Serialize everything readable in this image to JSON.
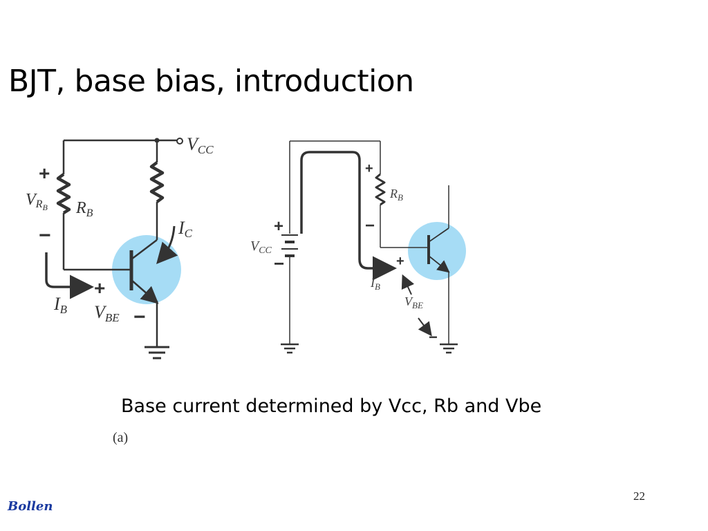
{
  "slide": {
    "title": "BJT, base bias, introduction",
    "caption": "Base current determined by Vcc, Rb and Vbe",
    "figure_label": "(a)",
    "page_number": "22",
    "brand": "Bollen"
  },
  "circuit_left": {
    "supply": {
      "main": "V",
      "sub": "CC"
    },
    "resistor_drop": {
      "main": "V",
      "sub": "R",
      "subsub": "B"
    },
    "resistor": {
      "main": "R",
      "sub": "B"
    },
    "collector_current": {
      "main": "I",
      "sub": "C"
    },
    "base_current": {
      "main": "I",
      "sub": "B"
    },
    "base_emitter": {
      "main": "V",
      "sub": "BE"
    },
    "plus": "+",
    "minus": "−"
  },
  "circuit_right": {
    "supply": {
      "main": "V",
      "sub": "CC"
    },
    "resistor": {
      "main": "R",
      "sub": "B"
    },
    "base_current": {
      "main": "I",
      "sub": "B"
    },
    "base_emitter": {
      "main": "V",
      "sub": "BE"
    },
    "plus": "+",
    "minus": "−"
  },
  "colors": {
    "transistor_highlight": "#a6dcf5",
    "wire": "#333333",
    "brand": "#1a3aa0"
  }
}
